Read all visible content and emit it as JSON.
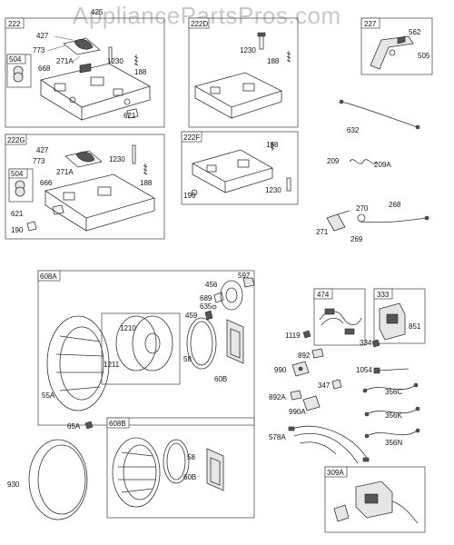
{
  "watermark": "AppliancePartsPros.com",
  "groups": {
    "g222": "222",
    "g222D": "222D",
    "g227": "227",
    "g222G": "222G",
    "g222F": "222F",
    "g504a": "504",
    "g504b": "504",
    "g608A": "608A",
    "g608B": "608B",
    "g474": "474",
    "g333": "333",
    "g309A": "309A"
  },
  "labels": {
    "p425": "425",
    "p427a": "427",
    "p773a": "773",
    "p271Aa": "271A",
    "p1230a": "1230",
    "p188a": "188",
    "p668a": "668",
    "p621a": "621",
    "p1230b": "1230",
    "p188b": "188",
    "p562": "562",
    "p505": "505",
    "p632": "632",
    "p427b": "427",
    "p773b": "773",
    "p271Ab": "271A",
    "p1230c": "1230",
    "p188c": "188",
    "p666": "666",
    "p621b": "621",
    "p190a": "190",
    "p188d": "188",
    "p190b": "190",
    "p1230d": "1230",
    "p209": "209",
    "p209A": "209A",
    "p270": "270",
    "p268": "268",
    "p271": "271",
    "p269": "269",
    "p456": "456",
    "p597": "597",
    "p689": "689",
    "p635": "635",
    "p459": "459",
    "p1210": "1210",
    "p1211": "1211",
    "p58a": "58",
    "p60Ba": "60B",
    "p55A": "55A",
    "p65A": "65A",
    "p930": "930",
    "p58b": "58",
    "p60Bb": "60B",
    "p1119": "1119",
    "p851": "851",
    "p334": "334",
    "p892": "892",
    "p990": "990",
    "p1054": "1054",
    "p347": "347",
    "p356C": "356C",
    "p892A": "892A",
    "p990A": "990A",
    "p356K": "356K",
    "p578A": "578A",
    "p356N": "356N"
  }
}
